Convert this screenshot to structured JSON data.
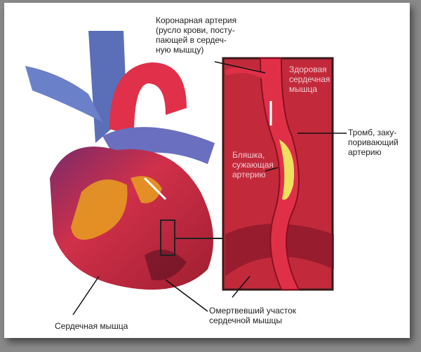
{
  "labels": {
    "coronary_artery": [
      "Коронарная артерия",
      "(русло крови, посту-",
      "пающей в сердеч-",
      "ную мышцу)"
    ],
    "healthy_muscle": [
      "Здоровая",
      "сердечная",
      "мышца"
    ],
    "thrombus": [
      "Тромб, заку-",
      "поривающий",
      "артерию"
    ],
    "plaque": [
      "Бляшка,",
      "сужающая",
      "артерию"
    ],
    "heart_muscle": "Сердечная мышца",
    "dead_area": [
      "Омертвевший участок",
      "сердечной мышцы"
    ]
  },
  "colors": {
    "muscle": "#c8283c",
    "aorta": "#e0304a",
    "vein": "#5a6fb8",
    "fat": "#e8a020",
    "plaque": "#f0e060",
    "frame": "#3a1a1a"
  }
}
